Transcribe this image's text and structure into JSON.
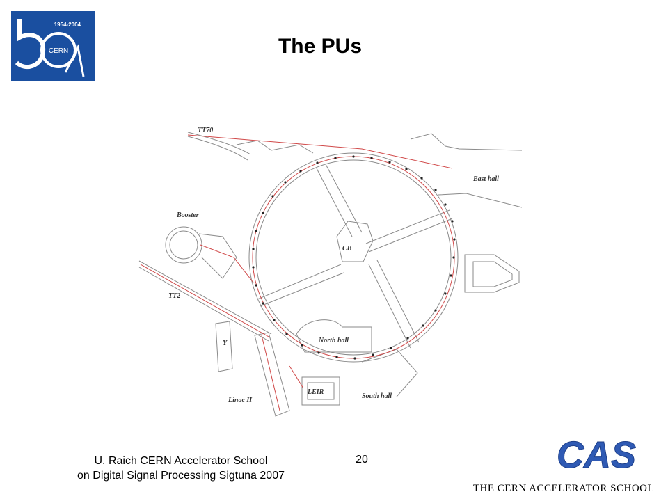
{
  "slide": {
    "title": "The PUs",
    "footer_line1": "U. Raich  CERN Accelerator School",
    "footer_line2": "on Digital Signal Processing  Sigtuna 2007",
    "page_number": "20"
  },
  "logo_50": {
    "years": "1954-2004",
    "name": "CERN",
    "bg_color": "#1a4fa0"
  },
  "cas_logo": {
    "letters": "CAS",
    "caption": "THE CERN ACCELERATOR SCHOOL",
    "color": "#2f5ab4"
  },
  "diagram": {
    "labels": {
      "tt70": "TT70",
      "east_hall": "East hall",
      "booster": "Booster",
      "cb": "CB",
      "tt2": "TT2",
      "north_hall": "North hall",
      "y": "Y",
      "leir": "LEIR",
      "south_hall": "South hall",
      "linac": "Linac II"
    },
    "beam_color": "#d04848"
  }
}
